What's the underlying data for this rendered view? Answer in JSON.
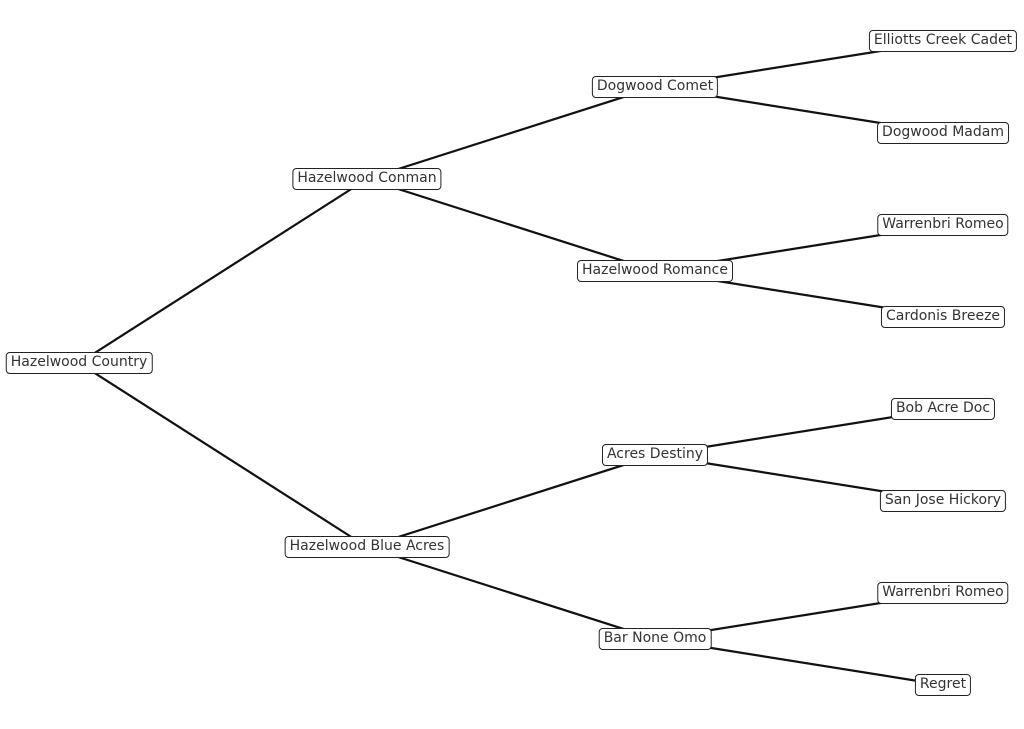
{
  "diagram": {
    "type": "pedigree-tree",
    "root": {
      "label": "Hazelwood Country",
      "children": [
        {
          "label": "Hazelwood Conman",
          "children": [
            {
              "label": "Dogwood Comet",
              "children": [
                {
                  "label": "Elliotts Creek Cadet"
                },
                {
                  "label": "Dogwood Madam"
                }
              ]
            },
            {
              "label": "Hazelwood Romance",
              "children": [
                {
                  "label": "Warrenbri Romeo"
                },
                {
                  "label": "Cardonis Breeze"
                }
              ]
            }
          ]
        },
        {
          "label": "Hazelwood Blue Acres",
          "children": [
            {
              "label": "Acres Destiny",
              "children": [
                {
                  "label": "Bob Acre Doc"
                },
                {
                  "label": "San Jose Hickory"
                }
              ]
            },
            {
              "label": "Bar None Omo",
              "children": [
                {
                  "label": "Warrenbri Romeo"
                },
                {
                  "label": "Regret"
                }
              ]
            }
          ]
        }
      ]
    }
  }
}
